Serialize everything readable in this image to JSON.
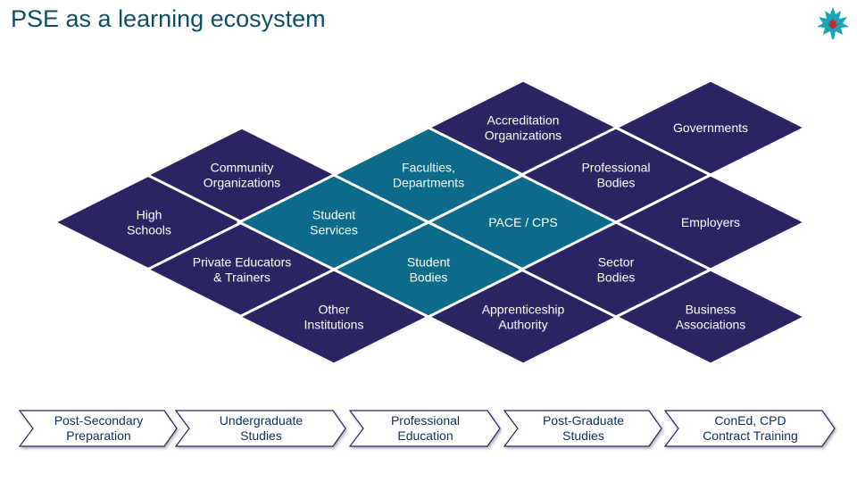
{
  "title": "PSE as a learning ecosystem",
  "colors": {
    "dark_diamond": "#2b2462",
    "teal_diamond": "#0d6b8a",
    "title": "#0e4f66",
    "stage_border": "#2b2462",
    "stage_text": "#0f2f5a",
    "logo_leaf": "#1aa3b5",
    "logo_maple": "#c62828"
  },
  "diamonds": [
    {
      "id": "high-schools",
      "lines": [
        "High",
        "Schools"
      ],
      "variant": "dark"
    },
    {
      "id": "community-organizations",
      "lines": [
        "Community",
        "Organizations"
      ],
      "variant": "dark"
    },
    {
      "id": "private-educators-trainers",
      "lines": [
        "Private Educators",
        "& Trainers"
      ],
      "variant": "dark"
    },
    {
      "id": "student-services",
      "lines": [
        "Student",
        "Services"
      ],
      "variant": "teal"
    },
    {
      "id": "other-institutions",
      "lines": [
        "Other",
        "Institutions"
      ],
      "variant": "dark"
    },
    {
      "id": "faculties-departments",
      "lines": [
        "Faculties,",
        "Departments"
      ],
      "variant": "teal"
    },
    {
      "id": "student-bodies",
      "lines": [
        "Student",
        "Bodies"
      ],
      "variant": "teal"
    },
    {
      "id": "pace-cps",
      "lines": [
        "PACE / CPS"
      ],
      "variant": "teal"
    },
    {
      "id": "accreditation-organizations",
      "lines": [
        "Accreditation",
        "Organizations"
      ],
      "variant": "dark"
    },
    {
      "id": "apprenticeship-authority",
      "lines": [
        "Apprenticeship",
        "Authority"
      ],
      "variant": "dark"
    },
    {
      "id": "professional-bodies",
      "lines": [
        "Professional",
        "Bodies"
      ],
      "variant": "dark"
    },
    {
      "id": "sector-bodies",
      "lines": [
        "Sector",
        "Bodies"
      ],
      "variant": "dark"
    },
    {
      "id": "governments",
      "lines": [
        "Governments"
      ],
      "variant": "dark"
    },
    {
      "id": "employers",
      "lines": [
        "Employers"
      ],
      "variant": "dark"
    },
    {
      "id": "business-associations",
      "lines": [
        "Business",
        "Associations"
      ],
      "variant": "dark"
    }
  ],
  "stages": [
    {
      "id": "post-secondary-preparation",
      "lines": [
        "Post-Secondary",
        "Preparation"
      ]
    },
    {
      "id": "undergraduate-studies",
      "lines": [
        "Undergraduate",
        "Studies"
      ]
    },
    {
      "id": "professional-education",
      "lines": [
        "Professional",
        "Education"
      ]
    },
    {
      "id": "post-graduate-studies",
      "lines": [
        "Post-Graduate",
        "Studies"
      ]
    },
    {
      "id": "coned-cpd-contract-training",
      "lines": [
        "ConEd, CPD",
        "Contract Training"
      ]
    }
  ]
}
